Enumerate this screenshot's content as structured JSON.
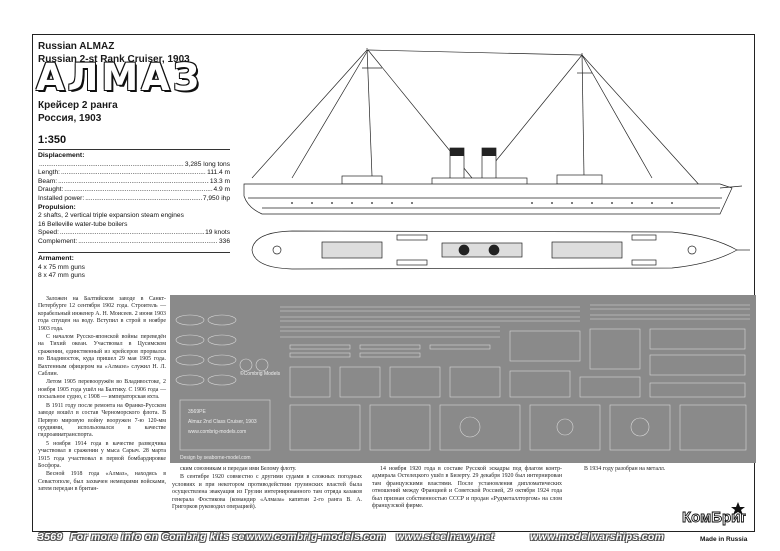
{
  "header": {
    "title_en_1": "Russian ALMAZ",
    "title_en_2": "Russian 2-st Rank Cruiser, 1903",
    "title_ru": "АЛМАЗ",
    "subtitle_ru_1": "Крейсер 2 ранга",
    "subtitle_ru_2": "Россия, 1903",
    "scale": "1:350"
  },
  "specs": {
    "displacement_label": "Displacement:",
    "displacement_value": "3,285 long tons",
    "length_label": "Length:",
    "length_value": "111.4 m",
    "beam_label": "Beam:",
    "beam_value": "13.3 m",
    "draught_label": "Draught:",
    "draught_value": "4.9 m",
    "power_label": "Installed power:",
    "power_value": "7,950 ihp",
    "propulsion_label": "Propulsion:",
    "propulsion_1": "2 shafts, 2 vertical triple expansion steam engines",
    "propulsion_2": "16 Belleville water-tube boilers",
    "speed_label": "Speed:",
    "speed_value": "19 knots",
    "complement_label": "Complement:",
    "complement_value": "336",
    "armament_label": "Armament:",
    "armament_1": "4 x 75 mm guns",
    "armament_2": "8 x 47 mm guns"
  },
  "history": {
    "col1": [
      "Заложен на Балтийском заводе в Санкт-Петербурге 12 сентября 1902 года. Строитель — корабельный инженер А. Н. Моисеев. 2 июня 1903 года спущен на воду. Вступил в строй в ноябре 1903 года.",
      "С началом Русско-японской войны переведён на Тихий океан. Участвовал в Цусимском сражении, единственный из крейсеров прорвался во Владивосток, куда пришел 29 мая 1905 года. Вахтенным офицером на «Алмазе» служил Н. Л. Саблин.",
      "Летом 1905 перевооружён во Владивостоке, 2 ноября 1905 года ушёл на Балтику. С 1906 года — посыльное судно, с 1908 — императорская яхта.",
      "В 1911 году после ремонта на Франко-Русском заводе вошёл в состав Черноморского флота. В Первую мировую войну вооружен 7-ю 120-мм орудиями, использовался в качестве гидроавиатранспорта.",
      "5 ноября 1914 года в качестве разведчика участвовал в сражении у мыса Сарыч. 28 марта 1915 года участвовал в первой бомбардировке Босфора.",
      "Весной 1918 года «Алмаз», находясь в Севастополе, был захвачен немецкими войсками, затем передан в британ-"
    ],
    "col2": [
      "ским союзникам и передан ими Белому флоту.",
      "В сентябре 1920 совместно с другими судами в сложных погодных условиях и при некотором противодействии грузинских властей была осуществлена эвакуация из Грузии интернированного там отряда казаков генерала Фостикова (командир «Алмаза» капитан 2-го ранга В. А. Григорков руководил операцией)."
    ],
    "col3": [
      "14 ноября 1920 года в составе Русской эскадры под флагом контр-адмирала Остелецкого ушёл в Бизерту. 29 декабря 1920 был интернирован там французскими властями. После установления дипломатических отношений между Францией и Советской Россией, 29 октября 1924 года был признан собственностью СССР и продан «Рудметаллторгом» на слом французской фирме."
    ],
    "col4": [
      "В 1934 году разобран на металл."
    ]
  },
  "pe_sheet": {
    "code": "3569PE",
    "name": "Almaz 2nd Class Cruiser, 1903",
    "site": "www.combrig-models.com",
    "brand": "©Combrig Models",
    "designer": "Design by seaborne-model.com"
  },
  "footer": {
    "number": "3569",
    "info": "For more info on Combrig kits see:",
    "site1": "www.combrig-models.com",
    "site2": "www.steelnavy.net",
    "site3": "www.modelwarships.com",
    "made_in": "Made in Russia",
    "logo_text": "КомБриг"
  },
  "colors": {
    "pe_sheet": "#8a8a8a",
    "line": "#222222",
    "logo_star": "#111111"
  }
}
